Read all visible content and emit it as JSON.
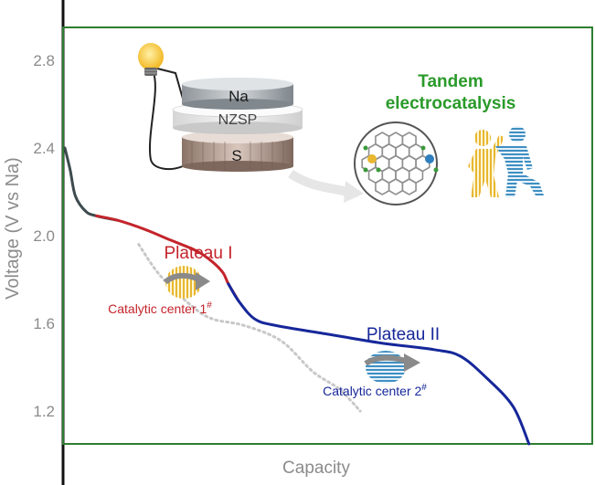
{
  "chart_data": {
    "type": "line",
    "title": "",
    "xlabel": "Capacity",
    "ylabel": "Voltage (V vs Na)",
    "ylim": [
      1.05,
      2.95
    ],
    "y_ticks": [
      {
        "value": 2.8,
        "label": "2.8"
      },
      {
        "value": 2.4,
        "label": "2.4"
      },
      {
        "value": 2.0,
        "label": "2.0"
      },
      {
        "value": 1.6,
        "label": "1.6"
      },
      {
        "value": 1.2,
        "label": "1.2"
      }
    ],
    "series": [
      {
        "style": "solid",
        "segments_colors": [
          "#3d4b4f",
          "#c4242b",
          "#16279a"
        ],
        "points": [
          [
            0.0,
            2.4
          ],
          [
            0.01,
            2.3
          ],
          [
            0.02,
            2.18
          ],
          [
            0.04,
            2.11
          ],
          [
            0.06,
            2.09
          ],
          [
            0.1,
            2.07
          ],
          [
            0.15,
            2.03
          ],
          [
            0.2,
            1.98
          ],
          [
            0.25,
            1.93
          ],
          [
            0.28,
            1.88
          ],
          [
            0.3,
            1.83
          ],
          [
            0.31,
            1.78
          ],
          [
            0.33,
            1.7
          ],
          [
            0.36,
            1.62
          ],
          [
            0.4,
            1.59
          ],
          [
            0.5,
            1.55
          ],
          [
            0.6,
            1.51
          ],
          [
            0.7,
            1.48
          ],
          [
            0.75,
            1.45
          ],
          [
            0.8,
            1.35
          ],
          [
            0.85,
            1.22
          ],
          [
            0.88,
            1.05
          ]
        ],
        "color_breaks": [
          0.06,
          0.31
        ]
      },
      {
        "style": "dotted",
        "color": "#c8c8c8",
        "points": [
          [
            0.14,
            1.96
          ],
          [
            0.18,
            1.82
          ],
          [
            0.24,
            1.68
          ],
          [
            0.28,
            1.62
          ],
          [
            0.34,
            1.59
          ],
          [
            0.41,
            1.52
          ],
          [
            0.47,
            1.38
          ],
          [
            0.52,
            1.3
          ],
          [
            0.56,
            1.2
          ]
        ]
      }
    ]
  },
  "annotations": {
    "plateau_1": "Plateau I",
    "plateau_2": "Plateau II",
    "catalytic_1": "Catalytic center 1",
    "catalytic_2": "Catalytic center 2",
    "superscript": "#",
    "tandem_line1": "Tandem",
    "tandem_line2": "electrocatalysis"
  },
  "cell": {
    "top_label": "Na",
    "middle_label": "NZSP",
    "bottom_label": "S"
  },
  "colors": {
    "frame_green": "#2e7d32",
    "tandem_green": "#2a9a2a",
    "red": "#c4242b",
    "blue": "#16279a",
    "gold": "#e8b730",
    "steel_blue": "#3f8fc2"
  }
}
